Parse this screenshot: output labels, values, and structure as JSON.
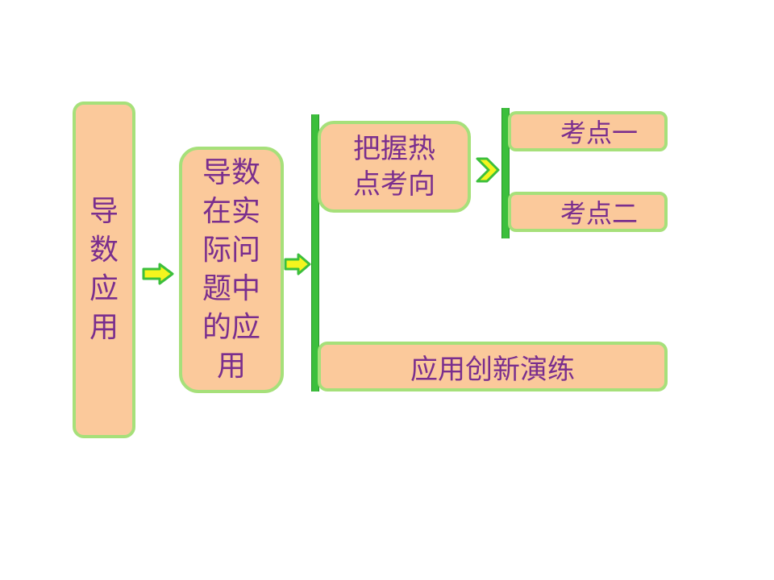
{
  "diagram": {
    "root": "导数应用",
    "level1": "导数在实际问题中的应用",
    "hot_topics": "把握热点考向",
    "points": [
      "考点一",
      "考点二"
    ],
    "practice": "应用创新演练"
  },
  "colors": {
    "box_fill": "#fbc99b",
    "box_border": "#a6e07a",
    "text": "#7a2e8e",
    "bar": "#3cbf3c",
    "arrow_fill": "#f5f51e",
    "arrow_stroke": "#3cbf3c"
  }
}
